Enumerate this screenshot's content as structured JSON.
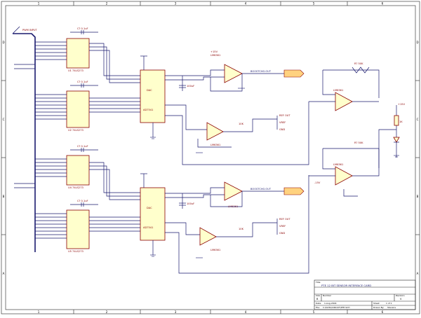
{
  "schematic": {
    "border": {
      "cols": [
        "1",
        "2",
        "3",
        "4",
        "5",
        "6"
      ],
      "rows": [
        "D",
        "C",
        "B",
        "A"
      ]
    },
    "ports": {
      "pwm_in_1": "PWM INPUT",
      "out_1": "BOOSTCHO.OUT",
      "out_2": "BOOSTCHO.OUT"
    },
    "components": {
      "dac_chip": "DAC",
      "dac_part": "AD7541",
      "op_amp": "LM6361",
      "latch_1": "U1 74LS273",
      "latch_2": "U2 74LS273",
      "latch_3": "U4 74LS273",
      "latch_4": "U5 74LS273",
      "cap_label": "C? 0.1uF",
      "cap_bulk": "100uF",
      "res_10k": "10K",
      "res_1k": "1K",
      "rv_label": "R? 50K",
      "vref": "VREF",
      "vcc": "+15V",
      "vee": "-15V",
      "ref_out": "REF OUT",
      "gnd_label": "GND"
    },
    "title_block": {
      "title_label": "Title",
      "title": "PTE 12 BIT SENSOR INTERFACE CARD",
      "size_label": "Size",
      "size": "B",
      "number_label": "Number",
      "revision_label": "Revision",
      "revision": "V",
      "date_label": "Date:",
      "date": "1-Aug-2004",
      "file_label": "File:",
      "file": "C:\\DATA\\CIRCUIT\\PTE.SCH",
      "sheet_label": "Sheet",
      "sheet": "1 of 1",
      "drawn_label": "Drawn By:",
      "drawn": "Stevens"
    }
  }
}
